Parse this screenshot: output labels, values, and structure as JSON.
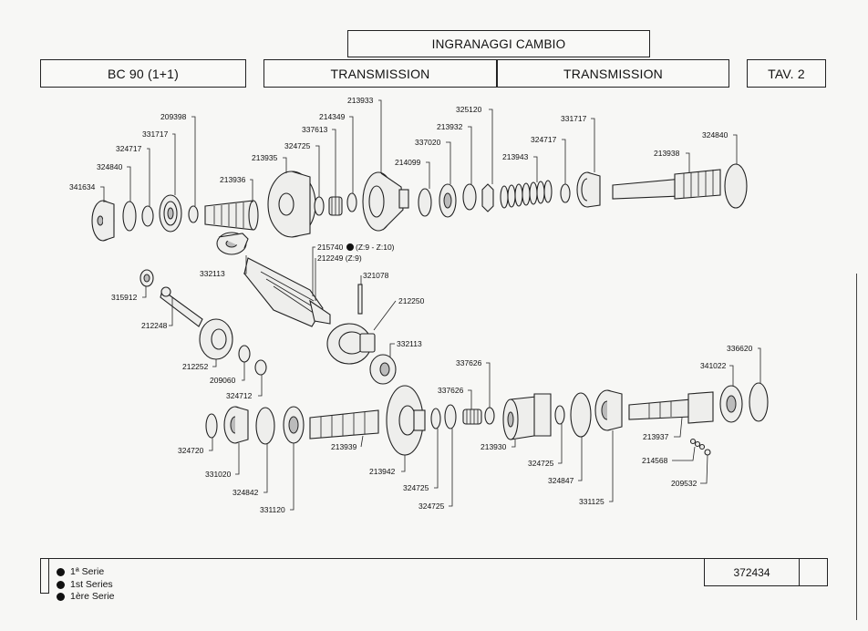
{
  "header": {
    "title_it": "INGRANAGGI CAMBIO",
    "model": "BC 90 (1+1)",
    "section_left": "TRANSMISSION",
    "section_right": "TRANSMISSION",
    "table": "TAV. 2"
  },
  "parts": {
    "p209398": "209398",
    "p331717a": "331717",
    "p324717a": "324717",
    "p324840a": "324840",
    "p341634": "341634",
    "p213936": "213936",
    "p213935": "213935",
    "p324725a": "324725",
    "p337613": "337613",
    "p214349": "214349",
    "p213933": "213933",
    "p214099": "214099",
    "p337020": "337020",
    "p213932": "213932",
    "p325120": "325120",
    "p213943": "213943",
    "p324717b": "324717",
    "p331717b": "331717",
    "p213938": "213938",
    "p324840b": "324840",
    "p332113a": "332113",
    "p215740": "215740",
    "p215740_note": "(Z:9 - Z:10)",
    "p212249": "212249 (Z:9)",
    "p321078": "321078",
    "p315912": "315912",
    "p212250": "212250",
    "p212248": "212248",
    "p332113b": "332113",
    "p212252": "212252",
    "p209060": "209060",
    "p324712": "324712",
    "p336620": "336620",
    "p341022": "341022",
    "p337626a": "337626",
    "p337626b": "337626",
    "p324720": "324720",
    "p331020": "331020",
    "p324842": "324842",
    "p331120": "331120",
    "p213939": "213939",
    "p213942": "213942",
    "p324725b": "324725",
    "p324725c": "324725",
    "p213930": "213930",
    "p324725d": "324725",
    "p324847": "324847",
    "p331125": "331125",
    "p213937": "213937",
    "p214568": "214568",
    "p209532": "209532"
  },
  "footer": {
    "legend": [
      "1ª Serie",
      "1st Series",
      "1ère Serie"
    ],
    "code": "372434"
  }
}
